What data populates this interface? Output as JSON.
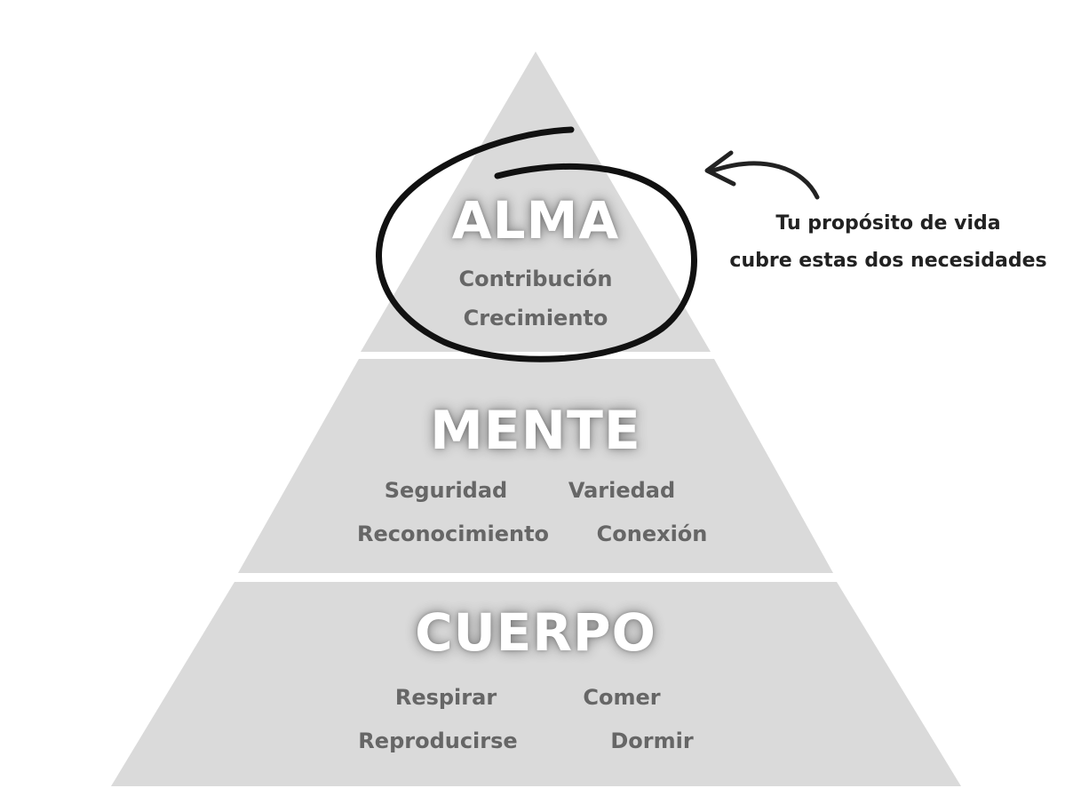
{
  "colors": {
    "pyramid_fill": "#dadada",
    "separator": "#ffffff",
    "level_title": "#ffffff",
    "need_text": "#666666",
    "annotation": "#222222"
  },
  "levels": [
    {
      "title": "ALMA",
      "needs": [
        "Contribución",
        "Crecimiento"
      ]
    },
    {
      "title": "MENTE",
      "needs": [
        "Seguridad",
        "Variedad",
        "Reconocimiento",
        "Conexión"
      ]
    },
    {
      "title": "CUERPO",
      "needs": [
        "Respirar",
        "Comer",
        "Reproducirse",
        "Dormir"
      ]
    }
  ],
  "annotation": {
    "line1": "Tu propósito de vida",
    "line2": "cubre estas dos necesidades"
  }
}
